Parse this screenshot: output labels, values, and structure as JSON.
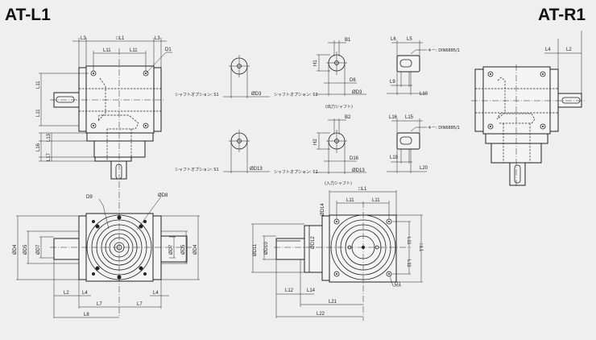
{
  "titles": {
    "left": "AT-L1",
    "right": "AT-R1"
  },
  "top_left_view": {
    "L3_left": "L3",
    "L1": "□L1",
    "L3_right": "L3",
    "L11_a": "L11",
    "L11_b": "L11",
    "D1": "D1",
    "L11_v1": "L11",
    "L11_v2": "L11",
    "L13": "L13",
    "L16": "L16",
    "L17": "L17"
  },
  "shaft_options": {
    "s1_label": "シャフトオプション: S1",
    "s2_label": "シャフトオプション: S2",
    "output": {
      "B1": "B1",
      "H1": "H1",
      "D6": "D6",
      "D3_s1": "ØD3",
      "D3_s2": "ØD3",
      "caption": "(出力シャフト)"
    },
    "input": {
      "B2": "B2",
      "H2": "H2",
      "D16": "D16",
      "D13_s1": "ØD13",
      "D13_s2": "ØD13",
      "caption": "(入力シャフト)"
    }
  },
  "key_views": {
    "output": {
      "L6": "L6",
      "L5": "L5",
      "key": "キー: DIN6885/1",
      "L9": "L9",
      "L10": "L10"
    },
    "input": {
      "L16": "L16",
      "L15": "L15",
      "key": "キー: DIN6885/1",
      "L19": "L19",
      "L20": "L20"
    }
  },
  "top_right_view": {
    "L4": "L4",
    "L2": "L2"
  },
  "bottom_left_view": {
    "D9": "D9",
    "D8": "ØD8",
    "D4_l": "ØD4",
    "D5_l": "ØD5",
    "D7_l": "ØD7",
    "D7_r": "ØD7",
    "D5_r": "ØD5",
    "D4_r": "ØD4",
    "L2": "L2",
    "L4_l": "L4",
    "L4_r": "L4",
    "L7_l": "L7",
    "L7_r": "L7",
    "L8": "L8"
  },
  "bottom_right_view": {
    "L1_top": "□L1",
    "L11_a": "L11",
    "L11_b": "L11",
    "D14": "ØD14",
    "D12": "ØD12",
    "D11": "ØD11",
    "D10": "ØD10",
    "L11_v1": "L11",
    "L11_v2": "L11",
    "L1_side": "□L1",
    "D1": "D1",
    "L12": "L12",
    "L14": "L14",
    "L21": "L21",
    "L22": "L22"
  }
}
